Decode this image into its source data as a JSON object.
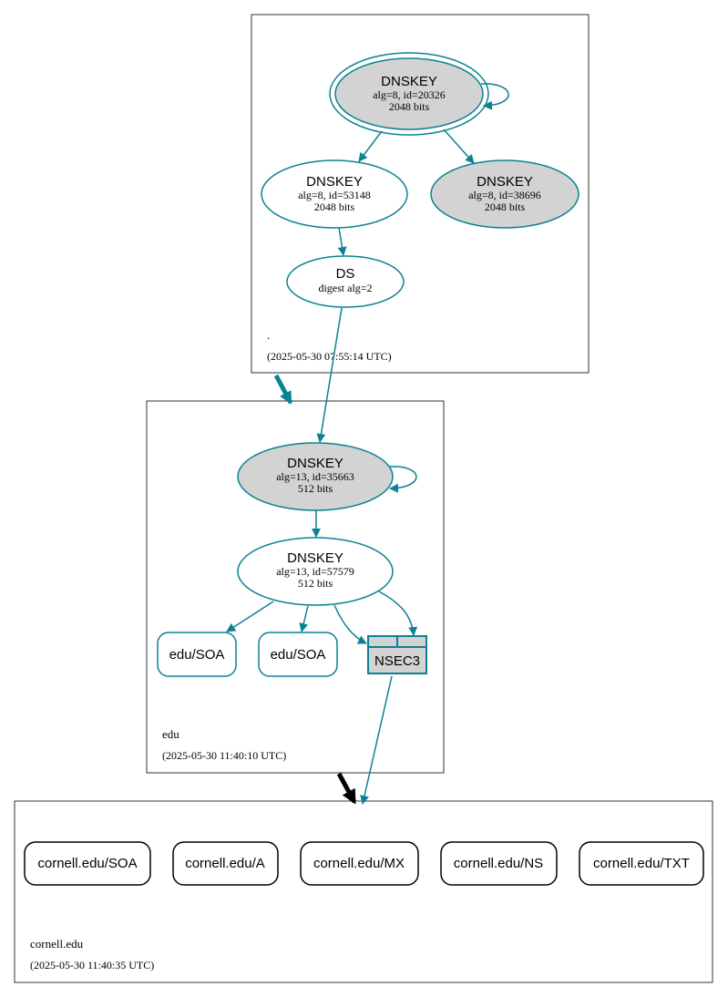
{
  "colors": {
    "edge": "#0a8293",
    "filled": "#d3d3d3",
    "box": "#000000",
    "black_arrow": "#000000"
  },
  "zones": {
    "root": {
      "name": ".",
      "timestamp": "(2025-05-30 07:55:14 UTC)"
    },
    "edu": {
      "name": "edu",
      "timestamp": "(2025-05-30 11:40:10 UTC)"
    },
    "cornell": {
      "name": "cornell.edu",
      "timestamp": "(2025-05-30 11:40:35 UTC)"
    }
  },
  "nodes": {
    "root_ksk": {
      "title": "DNSKEY",
      "line1": "alg=8, id=20326",
      "line2": "2048 bits"
    },
    "root_zsk1": {
      "title": "DNSKEY",
      "line1": "alg=8, id=53148",
      "line2": "2048 bits"
    },
    "root_zsk2": {
      "title": "DNSKEY",
      "line1": "alg=8, id=38696",
      "line2": "2048 bits"
    },
    "root_ds": {
      "title": "DS",
      "line1": "digest alg=2"
    },
    "edu_ksk": {
      "title": "DNSKEY",
      "line1": "alg=13, id=35663",
      "line2": "512 bits"
    },
    "edu_zsk": {
      "title": "DNSKEY",
      "line1": "alg=13, id=57579",
      "line2": "512 bits"
    },
    "edu_soa1": {
      "label": "edu/SOA"
    },
    "edu_soa2": {
      "label": "edu/SOA"
    },
    "edu_nsec3": {
      "label": "NSEC3"
    },
    "cornell_soa": {
      "label": "cornell.edu/SOA"
    },
    "cornell_a": {
      "label": "cornell.edu/A"
    },
    "cornell_mx": {
      "label": "cornell.edu/MX"
    },
    "cornell_ns": {
      "label": "cornell.edu/NS"
    },
    "cornell_txt": {
      "label": "cornell.edu/TXT"
    }
  }
}
